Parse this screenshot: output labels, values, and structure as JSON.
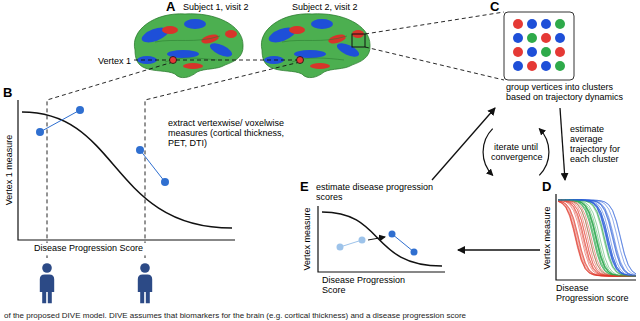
{
  "diagram": {
    "caption": "of the proposed DIVE model. DIVE assumes that biomarkers for the brain (e.g. cortical thickness) and a disease progression score",
    "nodes": [
      {
        "text": [
          "B",
          "extract vertexwise/ voxelwise measures (cortical thickness, PET, DTI)",
          "Vertex 1 measure",
          "Disease Progression Score"
        ]
      },
      {
        "text": [
          "C",
          "group vertices into clusters based on trajectory dynamics"
        ]
      },
      {
        "text": [
          "D",
          "Vertex measure",
          "Disease Progression score"
        ]
      },
      {
        "text": [
          "E",
          "estimate disease progression scores",
          "Vertex measure",
          "Disease Progression Score"
        ]
      }
    ],
    "edges": [
      {
        "from": 1,
        "to": 2,
        "arrow": "to",
        "label": "estimate average trajectory for each cluster"
      },
      {
        "from": 2,
        "to": 3,
        "arrow": "to"
      },
      {
        "from": 3,
        "to": 1,
        "arrow": "to"
      }
    ],
    "labels": [
      "A",
      "Subject 1, visit 2",
      "Subject 2, visit 2",
      "Vertex 1",
      "iterate until convergence"
    ]
  }
}
